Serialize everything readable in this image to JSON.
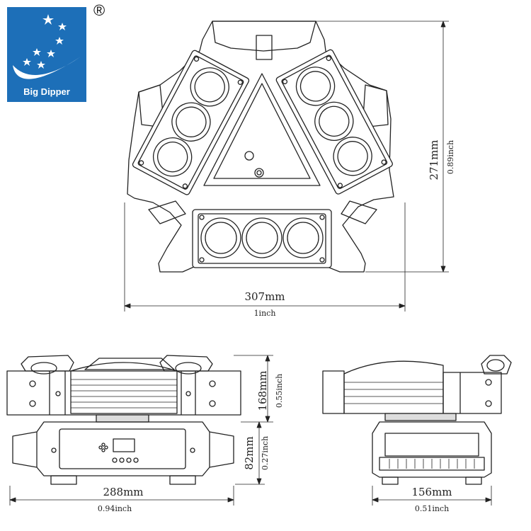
{
  "logo": {
    "brand_text": "Big Dipper",
    "registered_mark": "®",
    "background_color": "#1d6fb8",
    "icon": "big-dipper-stars-swoosh-icon"
  },
  "diagrams": {
    "top_view": {
      "width_mm": "307mm",
      "width_inch": "1inch",
      "height_mm": "271mm",
      "height_inch": "0.89inch"
    },
    "front_view": {
      "width_mm": "288mm",
      "width_inch": "0.94inch",
      "head_height_mm": "168mm",
      "head_height_inch": "0.55inch",
      "base_height_mm": "82mm",
      "base_height_inch": "0.27inch"
    },
    "side_view": {
      "width_mm": "156mm",
      "width_inch": "0.51inch"
    }
  },
  "colors": {
    "line": "#222222",
    "fill": "#ffffff",
    "shade": "#dddddd"
  }
}
